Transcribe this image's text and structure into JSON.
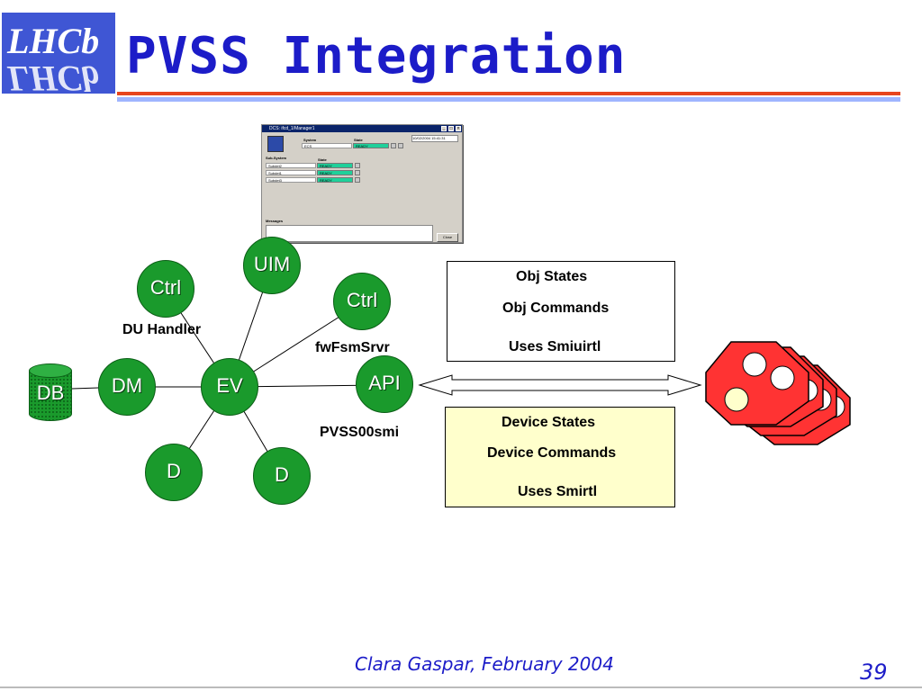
{
  "slide": {
    "logo_text": "LHCb",
    "title": "PVSS Integration",
    "footer": "Clara Gaspar, February 2004",
    "page_number": "39"
  },
  "window": {
    "titlebar": "DCS: ifcd_1/Manager1",
    "datetime": "10/02/2004 15:41:31",
    "system_header": "System",
    "state_header": "State",
    "system_row": {
      "name": "ECS",
      "state": "READY"
    },
    "subsystem_header": "Sub-System",
    "subsystem_state_header": "State",
    "subsystems": [
      {
        "name": "Subdet2",
        "state": "READY"
      },
      {
        "name": "Subdet1",
        "state": "READY"
      },
      {
        "name": "Subdet3",
        "state": "READY"
      }
    ],
    "messages_label": "Messages",
    "close_label": "Close"
  },
  "diagram": {
    "nodes": {
      "uim": "UIM",
      "ctrl_left": "Ctrl",
      "ctrl_right": "Ctrl",
      "dm": "DM",
      "ev": "EV",
      "api": "API",
      "d_left": "D",
      "d_right": "D",
      "db": "DB"
    },
    "labels": {
      "du_handler": "DU Handler",
      "fwfsmsrvr": "fwFsmSrvr",
      "pvss00smi": "PVSS00smi"
    },
    "box_top": {
      "line1": "Obj States",
      "line2": "Obj Commands",
      "line3": "Uses Smiuirtl"
    },
    "box_bottom": {
      "line1": "Device States",
      "line2": "Device Commands",
      "line3": "Uses Smirtl"
    }
  },
  "colors": {
    "title": "#1c1cc8",
    "node_green": "#1a9a2c",
    "octagon_red": "#ff3333",
    "box_bottom_bg": "#ffffcc",
    "title_bar": "#e7451d"
  }
}
